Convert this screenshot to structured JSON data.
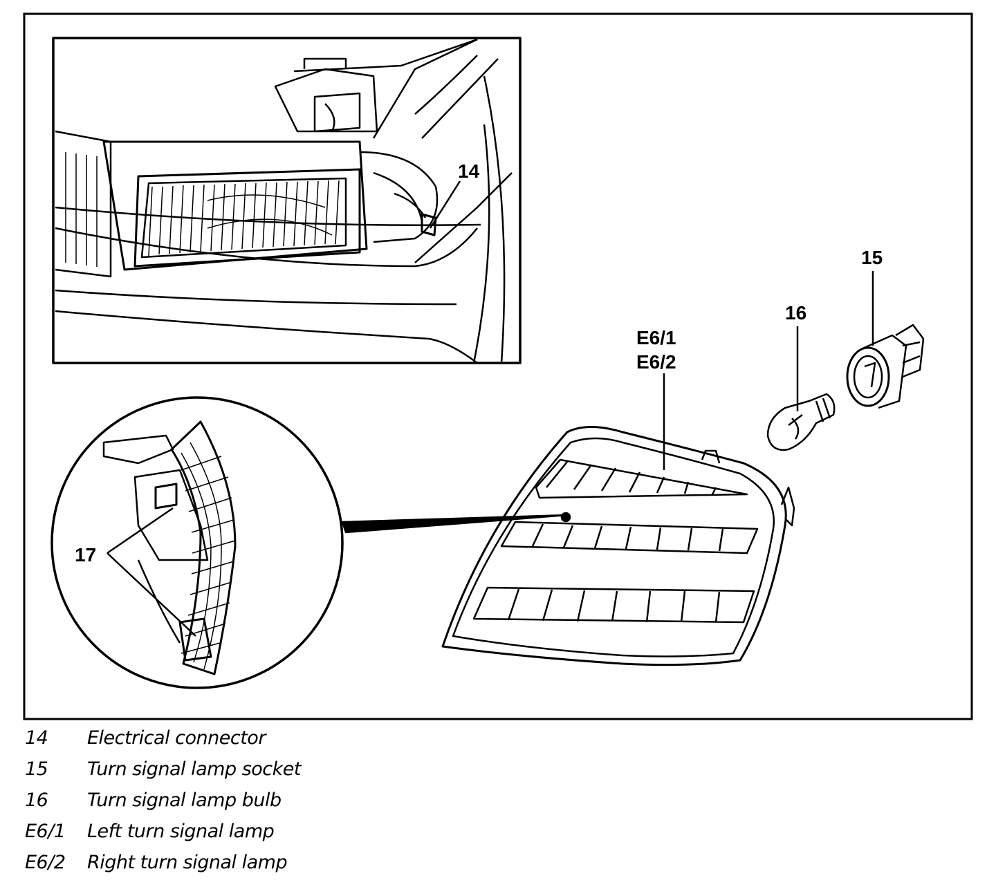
{
  "callouts": {
    "c14": "14",
    "c15": "15",
    "c16": "16",
    "c17": "17",
    "e61": "E6/1",
    "e62": "E6/2"
  },
  "legend": [
    {
      "code": "14",
      "description": "Electrical connector"
    },
    {
      "code": "15",
      "description": "Turn signal lamp socket"
    },
    {
      "code": "16",
      "description": "Turn signal lamp bulb"
    },
    {
      "code": "E6/1",
      "description": "Left turn signal lamp"
    },
    {
      "code": "E6/2",
      "description": "Right turn signal lamp"
    }
  ]
}
